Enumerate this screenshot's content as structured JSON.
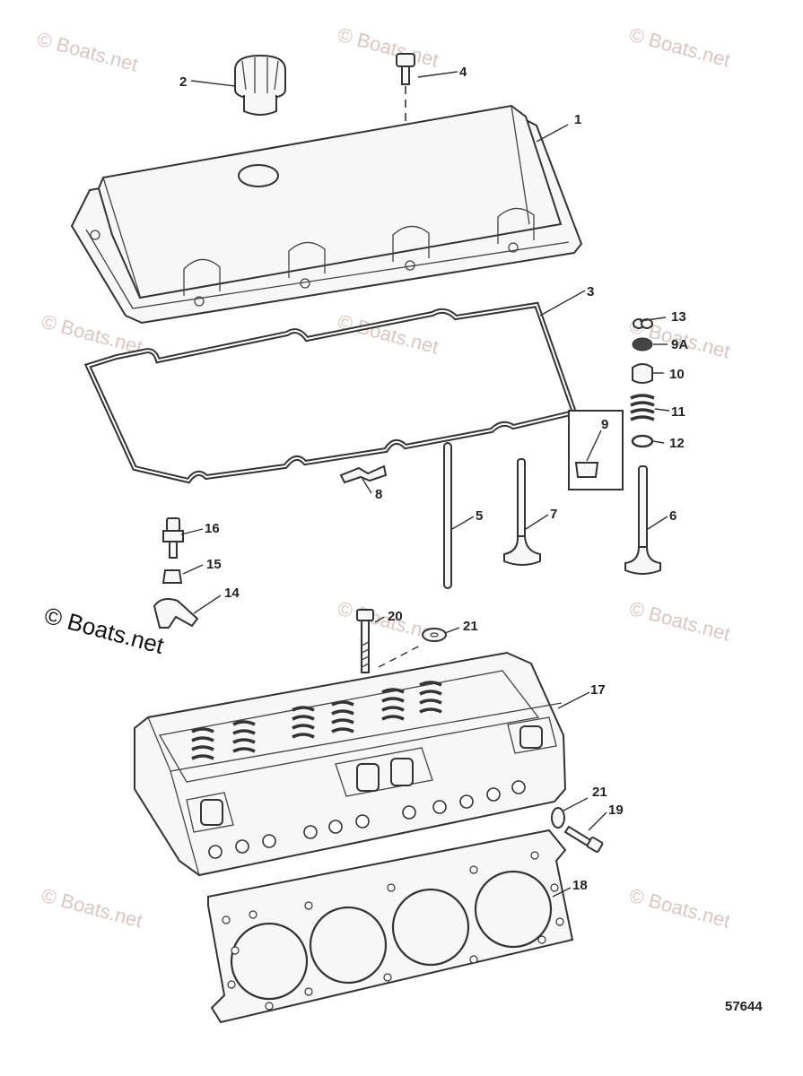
{
  "diagram": {
    "drawing_number": "57644",
    "watermark_text": "© Boats.net",
    "callouts": [
      "1",
      "2",
      "3",
      "4",
      "5",
      "6",
      "7",
      "8",
      "9",
      "9A",
      "10",
      "11",
      "12",
      "13",
      "14",
      "15",
      "16",
      "17",
      "18",
      "19",
      "20",
      "21",
      "21"
    ]
  },
  "colors": {
    "line": "#333333",
    "watermark": "#d9c6c6",
    "background": "#ffffff"
  }
}
